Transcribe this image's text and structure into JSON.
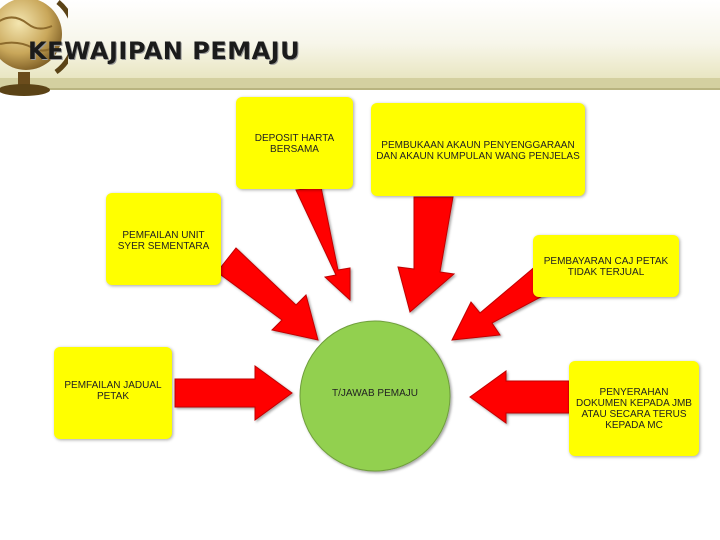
{
  "slide": {
    "title": "KEWAJIPAN PEMAJU",
    "hub": "T/JAWAB PEMAJU"
  },
  "boxes": {
    "deposit": "DEPOSIT HARTA BERSAMA",
    "pembukaan": "PEMBUKAAN AKAUN PENYENGGARAAN DAN AKAUN KUMPULAN WANG PENJELAS",
    "unit_syer": "PEMFAILAN UNIT SYER SEMENTARA",
    "caj_petak": "PEMBAYARAN CAJ PETAK TIDAK TERJUAL",
    "jadual_petak": "PEMFAILAN JADUAL PETAK",
    "penyerahan": "PENYERAHAN DOKUMEN KEPADA JMB ATAU SECARA TERUS KEPADA MC"
  },
  "colors": {
    "box_fill": "#ffff00",
    "arrow_fill": "#ff0000",
    "hub_fill": "#92d050"
  }
}
